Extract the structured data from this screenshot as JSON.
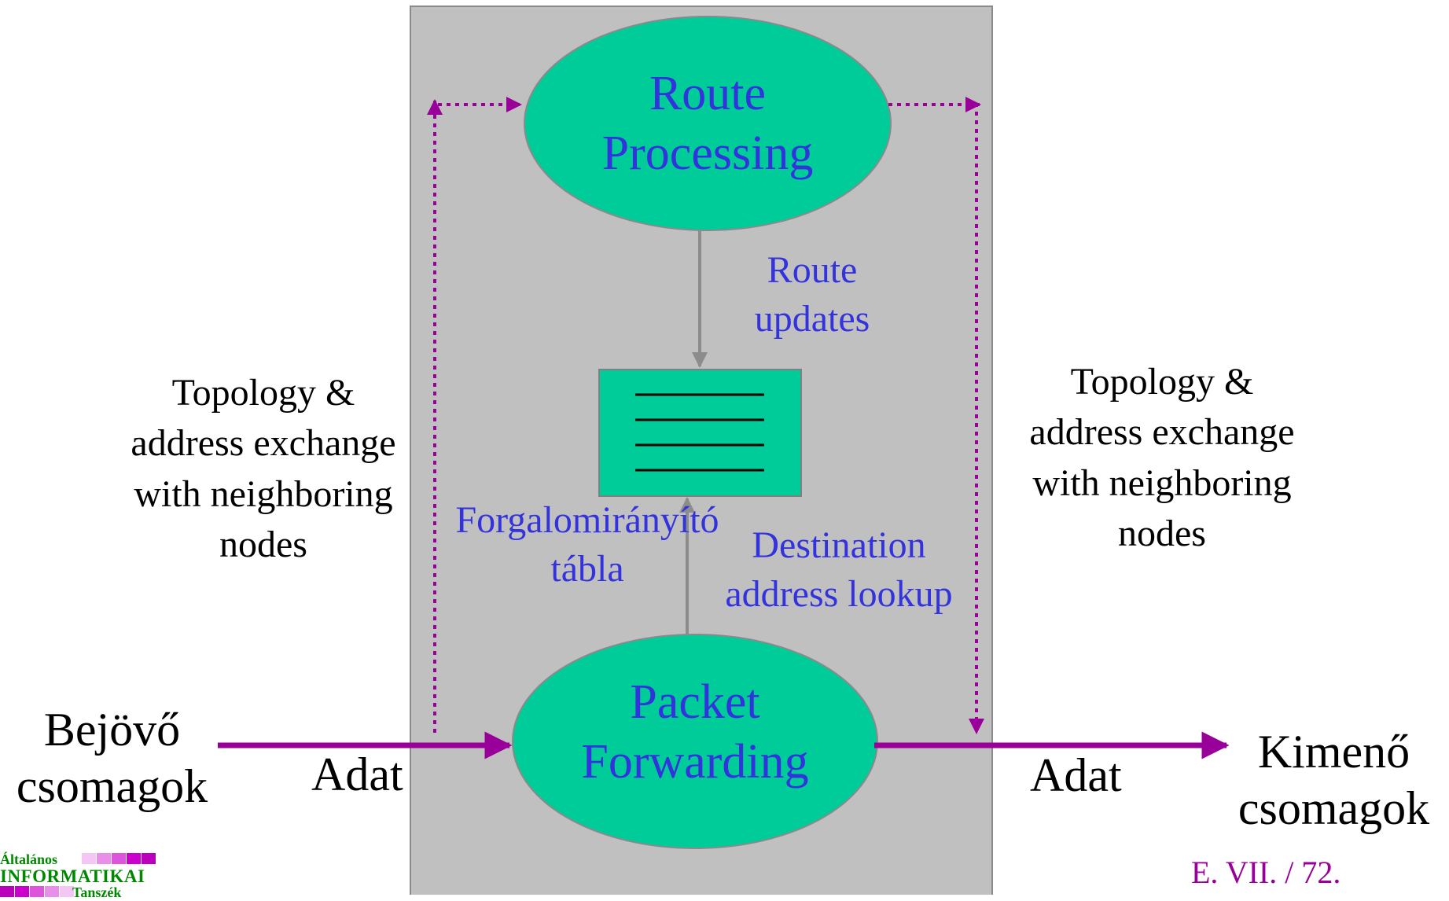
{
  "colors": {
    "panel": "#c0c0c0",
    "panel_border": "#8a8a8a",
    "ellipse_fill": "#00cc99",
    "table_fill": "#00cc99",
    "flow_arrow": "#990099",
    "dotted_arrow": "#990099",
    "grey_arrow": "#8c8c8c",
    "label_blue": "#3333dd",
    "label_black": "#000000"
  },
  "route_processing": {
    "line1": "Route",
    "line2": "Processing"
  },
  "route_updates": {
    "line1": "Route",
    "line2": "updates"
  },
  "routing_table": {
    "line1": "Forgalomirányító",
    "line2": "tábla",
    "icon": "table-icon"
  },
  "destination_lookup": {
    "line1": "Destination",
    "line2": "address lookup"
  },
  "packet_forwarding": {
    "line1": "Packet",
    "line2": "Forwarding"
  },
  "left_exchange": {
    "line1": "Topology &",
    "line2": "address exchange",
    "line3": "with neighboring",
    "line4": "nodes"
  },
  "right_exchange": {
    "line1": "Topology &",
    "line2": "address exchange",
    "line3": "with neighboring",
    "line4": "nodes"
  },
  "incoming": {
    "line1": "Bejövő",
    "line2": "csomagok",
    "data_label": "Adat"
  },
  "outgoing": {
    "line1": "Kimenő",
    "line2": "csomagok",
    "data_label": "Adat"
  },
  "slide_number": "E. VII. / 72.",
  "logo": {
    "line1": "Általános",
    "line2": "INFORMATIKAI",
    "line3": "Tanszék"
  }
}
